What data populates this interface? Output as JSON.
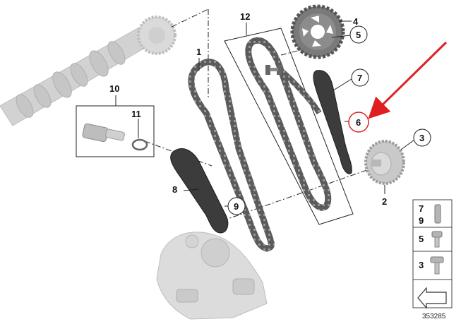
{
  "diagram": {
    "callouts": [
      {
        "id": "1",
        "text": "1"
      },
      {
        "id": "2",
        "text": "2"
      },
      {
        "id": "3",
        "text": "3"
      },
      {
        "id": "4",
        "text": "4"
      },
      {
        "id": "5",
        "text": "5"
      },
      {
        "id": "6",
        "text": "6"
      },
      {
        "id": "7",
        "text": "7"
      },
      {
        "id": "8",
        "text": "8"
      },
      {
        "id": "9",
        "text": "9"
      },
      {
        "id": "10",
        "text": "10"
      },
      {
        "id": "11",
        "text": "11"
      },
      {
        "id": "12",
        "text": "12"
      }
    ],
    "legend": {
      "row1_a": "7",
      "row1_b": "9",
      "row2": "5",
      "row3": "3"
    },
    "image_number": "353285",
    "highlight_color": "#e02020"
  }
}
